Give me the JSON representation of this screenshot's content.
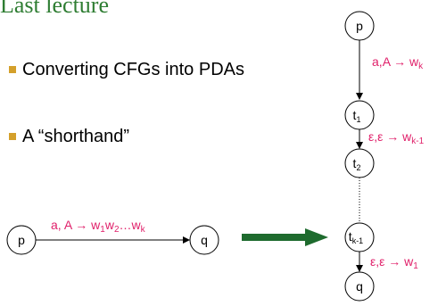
{
  "title": "Last lecture",
  "bullets": [
    "Converting CFGs into PDAs",
    "A “shorthand”"
  ],
  "shorthand": {
    "from": "p",
    "to": "q",
    "label": {
      "input": "a",
      "stack": "A",
      "arrow": "→",
      "push_base": "w",
      "subs": [
        "1",
        "2",
        "k"
      ],
      "ellipsis": "…"
    }
  },
  "chain": {
    "nodes": [
      {
        "base": "p",
        "sub": ""
      },
      {
        "base": "t",
        "sub": "1"
      },
      {
        "base": "t",
        "sub": "2"
      },
      {
        "base": "t",
        "sub": "k-1"
      },
      {
        "base": "q",
        "sub": ""
      }
    ],
    "transitions": [
      {
        "input": "a",
        "pop": "A",
        "arrow": "→",
        "push": "w",
        "sub": "k"
      },
      {
        "input": "ε",
        "pop": "ε",
        "arrow": "→",
        "push": "w",
        "sub": "k-1"
      },
      {
        "input": "ε",
        "pop": "ε",
        "arrow": "→",
        "push": "w",
        "sub": "1"
      }
    ]
  },
  "colors": {
    "title": "#2e7d32",
    "bullet": "#d4a02b",
    "label": "#e0206a",
    "big_arrow": "#1e6b2e"
  }
}
